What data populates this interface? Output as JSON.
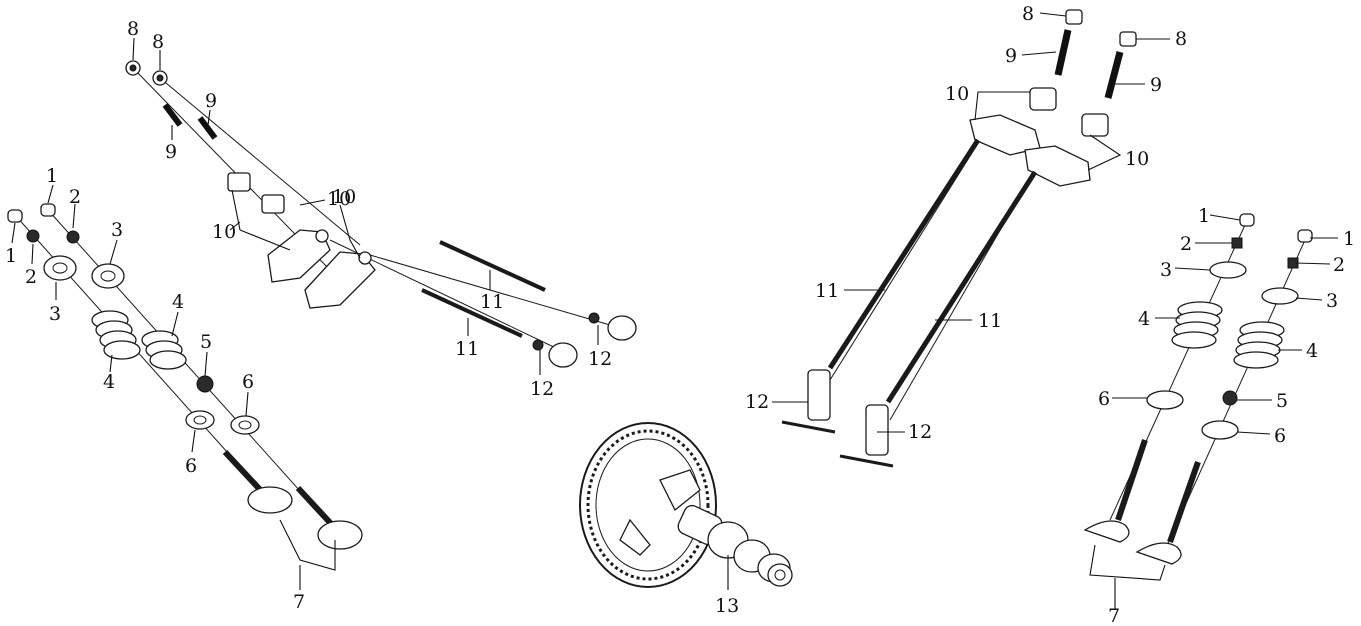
{
  "callouts": {
    "left": [
      "1",
      "1",
      "2",
      "2",
      "3",
      "3",
      "4",
      "4",
      "5",
      "6",
      "6",
      "7",
      "8",
      "8",
      "9",
      "9",
      "10",
      "10",
      "10",
      "11",
      "11",
      "12",
      "12"
    ],
    "center": [
      "13"
    ],
    "right": [
      "8",
      "8",
      "9",
      "9",
      "10",
      "10",
      "11",
      "11",
      "12",
      "12",
      "1",
      "1",
      "2",
      "2",
      "3",
      "3",
      "4",
      "4",
      "5",
      "6",
      "6",
      "7"
    ]
  },
  "colors": {
    "line": "#1a1a1a",
    "background": "#ffffff"
  }
}
